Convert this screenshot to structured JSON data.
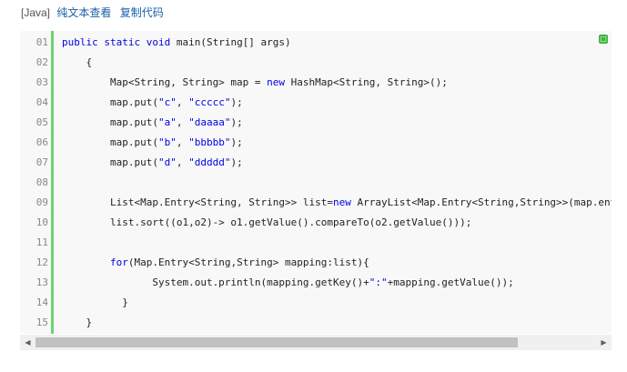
{
  "toolbar": {
    "lang": "[Java]",
    "plain_text_link": "纯文本查看",
    "copy_link": "复制代码"
  },
  "icons": {
    "copy": "copy-icon",
    "scroll_left": "triangle-left",
    "scroll_right": "triangle-right"
  },
  "colors": {
    "gutter_divider": "#6cd46c",
    "code_background": "#f8f8f8",
    "keyword": "#0000e6",
    "link": "#1a5fa6"
  },
  "code": {
    "line_numbers": [
      "01",
      "02",
      "03",
      "04",
      "05",
      "06",
      "07",
      "08",
      "09",
      "10",
      "11",
      "12",
      "13",
      "14",
      "15"
    ],
    "lines": [
      [
        {
          "t": "public static void",
          "c": "kw"
        },
        {
          "t": " main(String[] args)"
        }
      ],
      [
        {
          "t": "    {"
        }
      ],
      [
        {
          "t": "        Map<String, String> map = "
        },
        {
          "t": "new",
          "c": "kw"
        },
        {
          "t": " HashMap<String, String>();"
        }
      ],
      [
        {
          "t": "        map.put("
        },
        {
          "t": "\"c\"",
          "c": "str"
        },
        {
          "t": ", "
        },
        {
          "t": "\"ccccc\"",
          "c": "str"
        },
        {
          "t": ");"
        }
      ],
      [
        {
          "t": "        map.put("
        },
        {
          "t": "\"a\"",
          "c": "str"
        },
        {
          "t": ", "
        },
        {
          "t": "\"daaaa\"",
          "c": "str"
        },
        {
          "t": ");"
        }
      ],
      [
        {
          "t": "        map.put("
        },
        {
          "t": "\"b\"",
          "c": "str"
        },
        {
          "t": ", "
        },
        {
          "t": "\"bbbbb\"",
          "c": "str"
        },
        {
          "t": ");"
        }
      ],
      [
        {
          "t": "        map.put("
        },
        {
          "t": "\"d\"",
          "c": "str"
        },
        {
          "t": ", "
        },
        {
          "t": "\"ddddd\"",
          "c": "str"
        },
        {
          "t": ");"
        }
      ],
      [
        {
          "t": ""
        }
      ],
      [
        {
          "t": "        List<Map.Entry<String, String>> list="
        },
        {
          "t": "new",
          "c": "kw"
        },
        {
          "t": " ArrayList<Map.Entry<String,String>>(map.entrySet());"
        }
      ],
      [
        {
          "t": "        list.sort((o1,o2)-> o1.getValue().compareTo(o2.getValue()));"
        }
      ],
      [
        {
          "t": ""
        }
      ],
      [
        {
          "t": "        "
        },
        {
          "t": "for",
          "c": "kw"
        },
        {
          "t": "(Map.Entry<String,String> mapping:list){"
        }
      ],
      [
        {
          "t": "               System.out.println(mapping.getKey()+"
        },
        {
          "t": "\":\"",
          "c": "str"
        },
        {
          "t": "+mapping.getValue());"
        }
      ],
      [
        {
          "t": "          }"
        }
      ],
      [
        {
          "t": "    }"
        }
      ]
    ]
  },
  "scrollbar": {
    "position": 0
  }
}
